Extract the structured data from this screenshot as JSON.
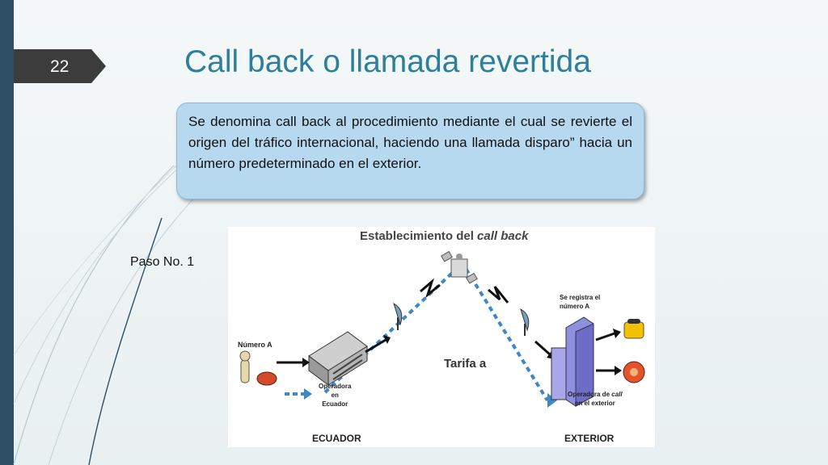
{
  "slide": {
    "page_number": "22",
    "title": "Call back o llamada revertida",
    "callout_text": "Se denomina call back al procedimiento mediante el cual se revierte el origen del tráfico internacional, haciendo una llamada disparo” hacia un número predeterminado en el exterior.",
    "step_label": "Paso No. 1"
  },
  "figure": {
    "heading_prefix": "Establecimiento del ",
    "heading_italic": "call back",
    "numero_a_left": "Número A",
    "operadora_left": [
      "Operadora",
      "en",
      "Ecuador"
    ],
    "tarifa": "Tarifa a",
    "registra": [
      "Se registra el",
      "número A"
    ],
    "operadora_right_line1": "Operadora de ",
    "operadora_right_italic": "call",
    "operadora_right_line2": "en el exterior",
    "ecuador": "ECUADOR",
    "exterior": "EXTERIOR"
  },
  "colors": {
    "left_bar": "#2e4f63",
    "title": "#2f7f9a",
    "callout_fill": "#b7d9ef",
    "tariff_line": "#3f87c6"
  }
}
